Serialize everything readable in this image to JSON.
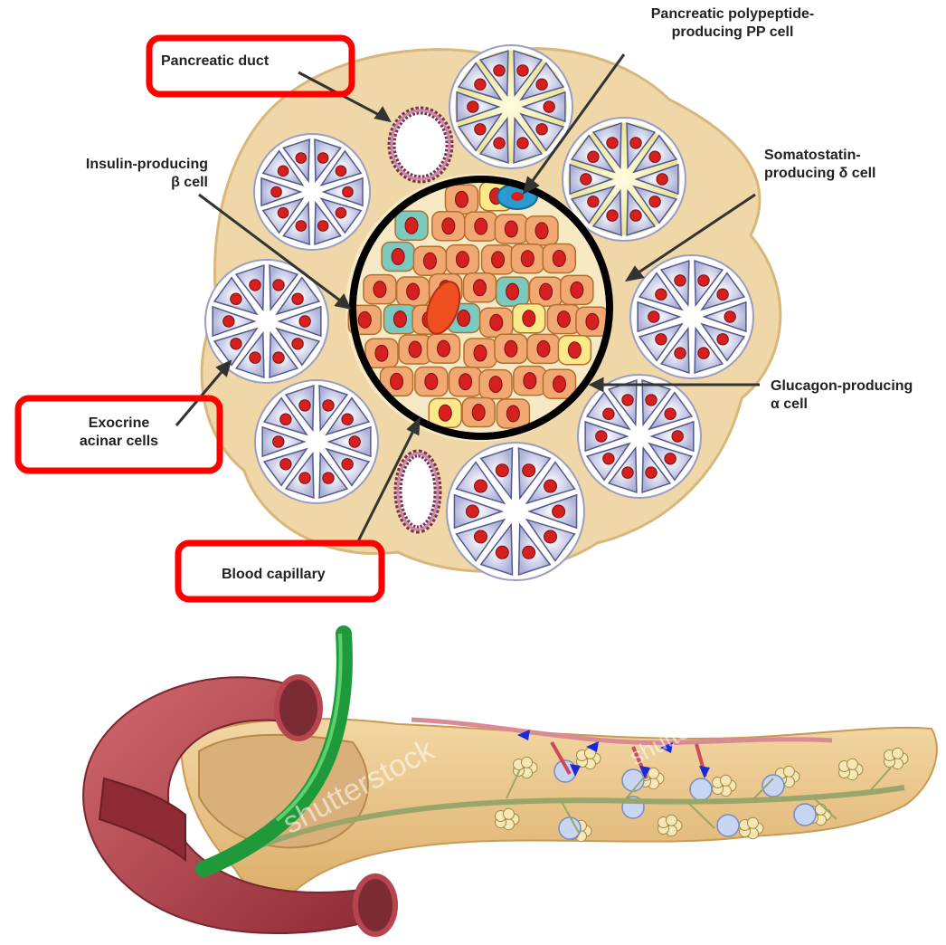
{
  "labels": {
    "pancreatic_duct": "Pancreatic duct",
    "pp_cell_line1": "Pancreatic polypeptide-",
    "pp_cell_line2": "producing PP cell",
    "beta_line1": "Insulin-producing",
    "beta_line2": "β cell",
    "delta_line1": "Somatostatin-",
    "delta_line2": "producing δ cell",
    "alpha_line1": "Glucagon-producing",
    "alpha_line2": "α cell",
    "acinar_line1": "Exocrine",
    "acinar_line2": "acinar cells",
    "capillary": "Blood capillary"
  },
  "watermark": "shutterstock",
  "colors": {
    "highlight_box": "#ff0000",
    "islet_circle": "#000000",
    "islet_cells": "#f2a873",
    "nucleus": "#d62020",
    "acinus": "#c9cde8",
    "duodenum": "#b5454e",
    "pancreas": "#e8c48a",
    "bile_duct": "#1f9a3a"
  }
}
